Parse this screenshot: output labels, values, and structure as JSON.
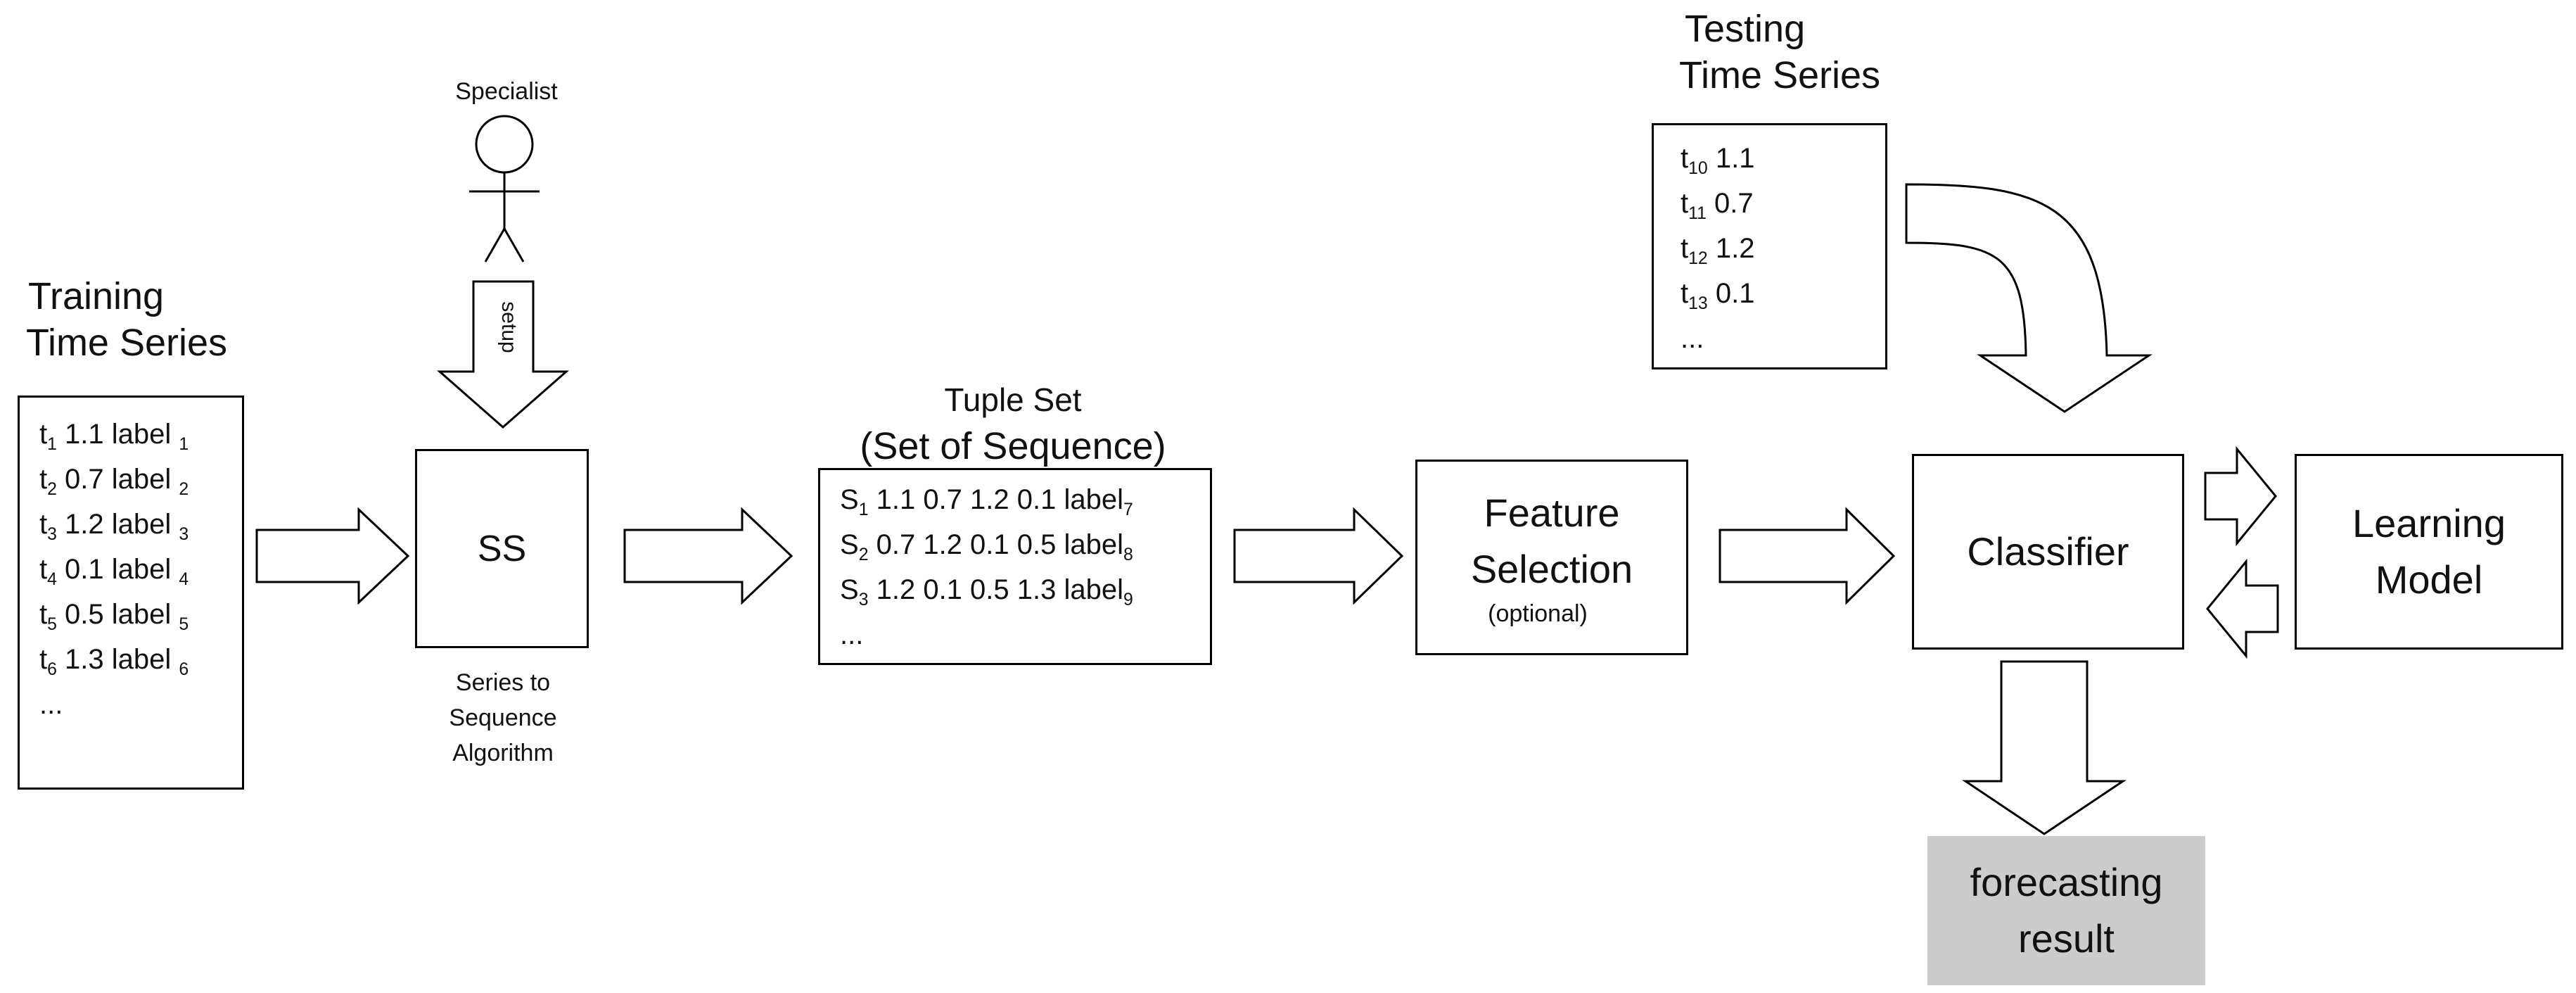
{
  "training": {
    "title_line1": "Training",
    "title_line2": "Time Series",
    "rows": [
      {
        "t": "t",
        "t_sub": "1",
        "text": " 1.1 label ",
        "label_sub": "1"
      },
      {
        "t": "t",
        "t_sub": "2",
        "text": " 0.7 label ",
        "label_sub": "2"
      },
      {
        "t": "t",
        "t_sub": "3",
        "text": " 1.2 label ",
        "label_sub": "3"
      },
      {
        "t": "t",
        "t_sub": "4",
        "text": " 0.1 label ",
        "label_sub": "4"
      },
      {
        "t": "t",
        "t_sub": "5",
        "text": " 0.5 label ",
        "label_sub": "5"
      },
      {
        "t": "t",
        "t_sub": "6",
        "text": " 1.3 label ",
        "label_sub": "6"
      }
    ],
    "ellipsis": "..."
  },
  "specialist": {
    "label": "Specialist",
    "arrow_label": "setup"
  },
  "ss": {
    "label": "SS",
    "caption_line1": "Series to",
    "caption_line2": "Sequence",
    "caption_line3": "Algorithm"
  },
  "tuple": {
    "title_line1": "Tuple Set",
    "title_line2": "(Set of Sequence)",
    "rows": [
      {
        "s": "S",
        "s_sub": "1",
        "text": " 1.1 0.7 1.2 0.1 label",
        "label_sub": "7"
      },
      {
        "s": "S",
        "s_sub": "2",
        "text": " 0.7 1.2 0.1 0.5 label",
        "label_sub": "8"
      },
      {
        "s": "S",
        "s_sub": "3",
        "text": " 1.2 0.1 0.5 1.3 label",
        "label_sub": "9"
      }
    ],
    "ellipsis": "..."
  },
  "feature": {
    "line1": "Feature",
    "line2": "Selection",
    "note": "(optional)"
  },
  "testing": {
    "title_line1": "Testing",
    "title_line2": "Time Series",
    "rows": [
      {
        "t": "t",
        "t_sub": "10",
        "text": " 1.1"
      },
      {
        "t": "t",
        "t_sub": "11",
        "text": " 0.7"
      },
      {
        "t": "t",
        "t_sub": "12",
        "text": " 1.2"
      },
      {
        "t": "t",
        "t_sub": "13",
        "text": " 0.1"
      }
    ],
    "ellipsis": "..."
  },
  "classifier": {
    "label": "Classifier"
  },
  "learning": {
    "line1": "Learning",
    "line2": "Model"
  },
  "result": {
    "line1": "forecasting",
    "line2": "result"
  }
}
